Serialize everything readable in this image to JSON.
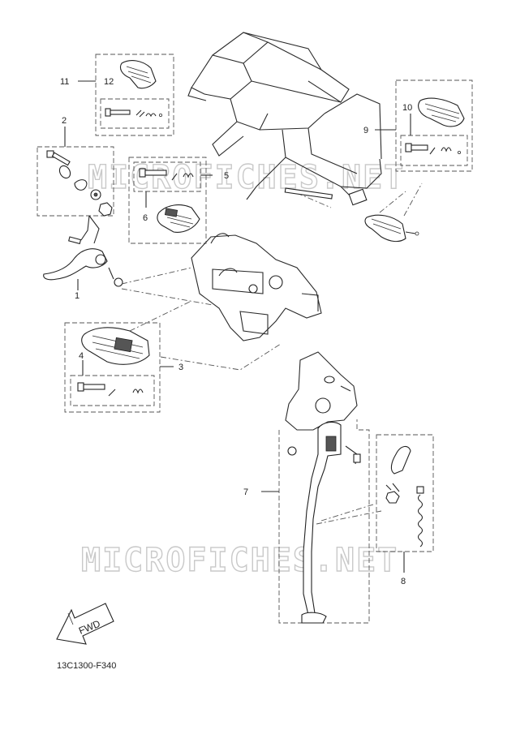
{
  "watermark": "MICROFICHES.NET",
  "callouts": {
    "c1": "1",
    "c2": "2",
    "c3": "3",
    "c4": "4",
    "c5": "5",
    "c6": "6",
    "c7": "7",
    "c8": "8",
    "c9": "9",
    "c10": "10",
    "c11": "11",
    "c12": "12"
  },
  "direction_label": "FWD",
  "diagram_code": "13C1300-F340"
}
